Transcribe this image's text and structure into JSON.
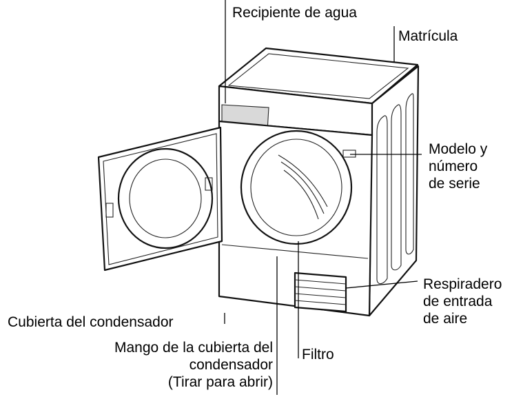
{
  "labels": {
    "water_container": "Recipiente de agua",
    "rating_plate": "Matrícula",
    "model_serial": [
      "Modelo y",
      "número",
      "de serie"
    ],
    "air_intake": [
      "Respiradero",
      "de entrada",
      "de aire"
    ],
    "condenser_cover": "Cubierta del condensador",
    "condenser_handle": [
      "Mango de la cubierta del",
      "condensador",
      "(Tirar para abrir)"
    ],
    "filter": "Filtro"
  }
}
